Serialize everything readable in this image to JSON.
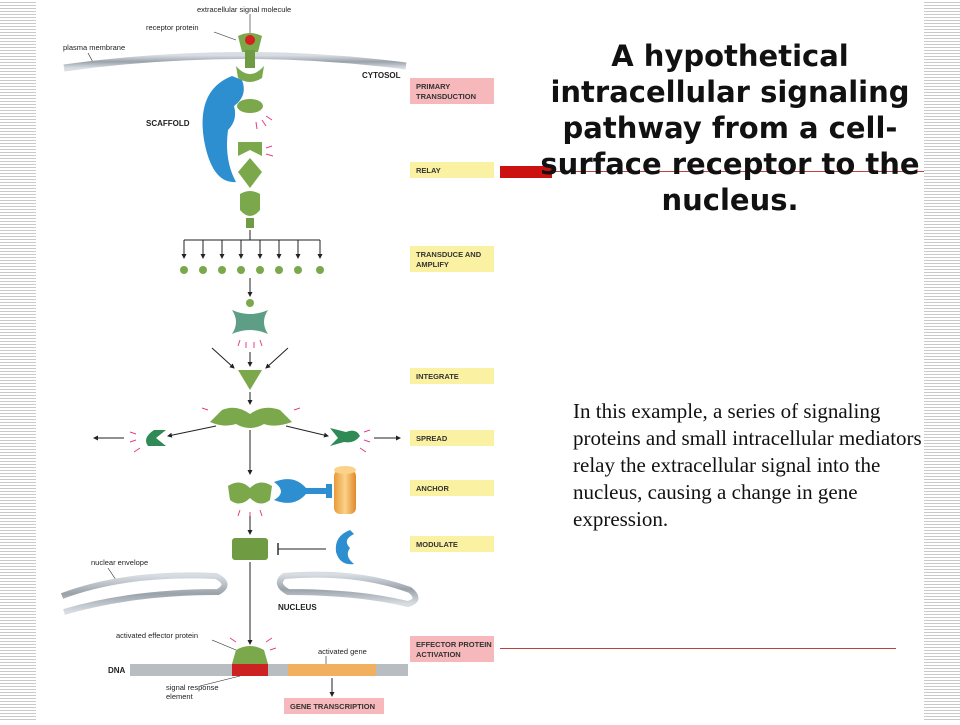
{
  "slide": {
    "title": "A hypothetical intracellular signaling pathway from a cell-surface receptor to the nucleus.",
    "body": "In this example, a series of signaling proteins and small intracellular mediators relay the extracellular signal into the nucleus, causing a change in gene expression."
  },
  "diagram": {
    "labels": {
      "extracellular_signal_molecule": "extracellular signal molecule",
      "receptor_protein": "receptor protein",
      "plasma_membrane": "plasma membrane",
      "cytosol": "CYTOSOL",
      "scaffold": "SCAFFOLD",
      "nuclear_envelope": "nuclear envelope",
      "nucleus": "NUCLEUS",
      "activated_effector_protein": "activated effector protein",
      "activated_gene": "activated gene",
      "dna": "DNA",
      "signal_response_1": "signal response",
      "signal_response_2": "element"
    },
    "stages": {
      "primary_1": "PRIMARY",
      "primary_2": "TRANSDUCTION",
      "relay": "RELAY",
      "transduce_1": "TRANSDUCE AND",
      "transduce_2": "AMPLIFY",
      "integrate": "INTEGRATE",
      "spread": "SPREAD",
      "anchor": "ANCHOR",
      "modulate": "MODULATE",
      "effector_1": "EFFECTOR PROTEIN",
      "effector_2": "ACTIVATION",
      "gene_transcription": "GENE TRANSCRIPTION"
    },
    "colors": {
      "green_protein": "#7aa84a",
      "teal_protein": "#5f9e86",
      "blue_scaffold": "#2e8fd0",
      "pink_stage_tag": "#f6b8ba",
      "yellow_stage_tag": "#fbf1a2",
      "membrane_gray": "#aab0b6",
      "dna_orange": "#f0b060",
      "dna_red": "#cc2222",
      "signal_red": "#d42020",
      "activation_marks": "#e0408a"
    }
  }
}
